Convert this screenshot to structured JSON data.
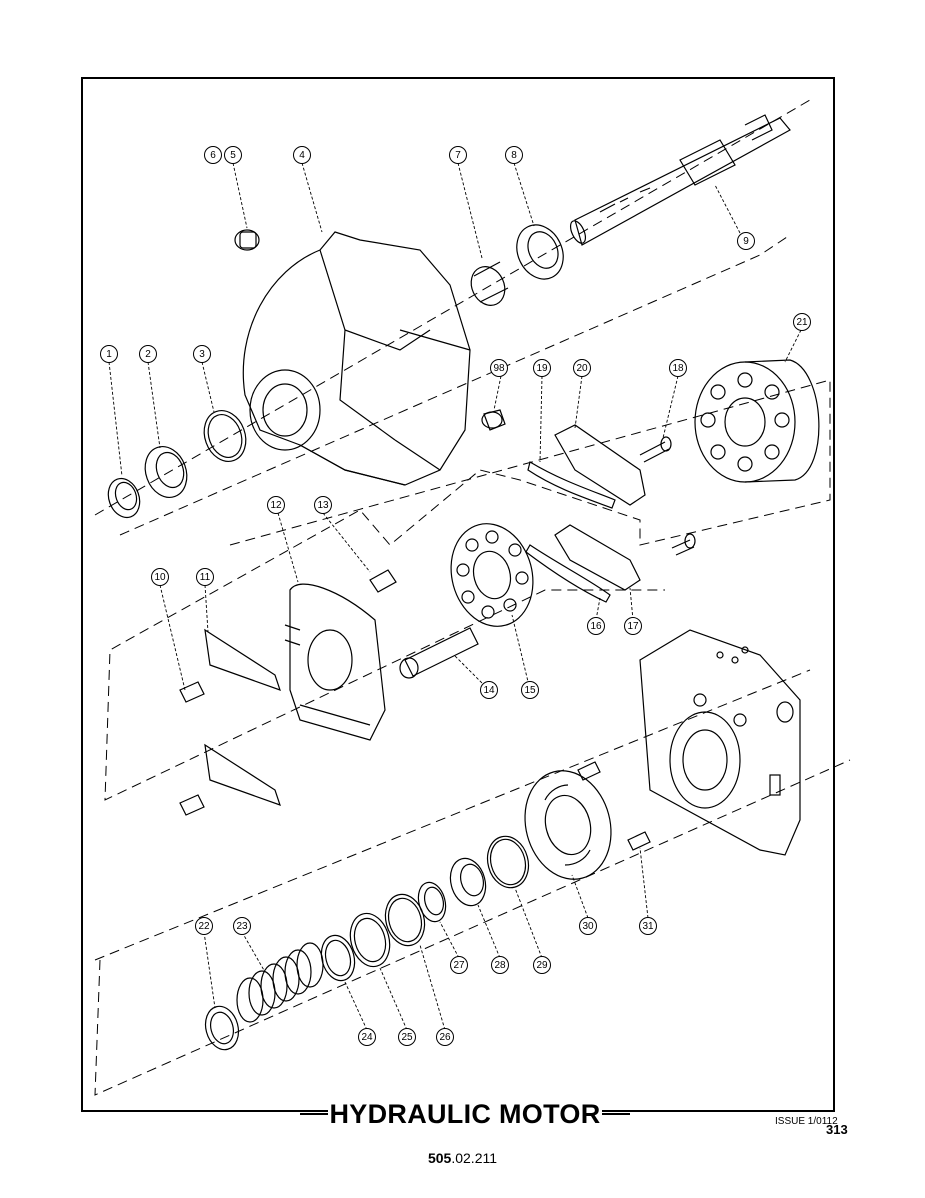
{
  "title": "HYDRAULIC MOTOR",
  "issue": "ISSUE 1/0112",
  "page_number": "313",
  "doc_ref": {
    "bold": "505",
    "rest": ".02.211"
  },
  "callouts": [
    "1",
    "2",
    "3",
    "4",
    "5",
    "6",
    "7",
    "8",
    "9",
    "10",
    "11",
    "12",
    "13",
    "14",
    "15",
    "16",
    "17",
    "18",
    "19",
    "20",
    "21",
    "22",
    "23",
    "24",
    "25",
    "26",
    "27",
    "28",
    "29",
    "30",
    "31",
    "98"
  ]
}
